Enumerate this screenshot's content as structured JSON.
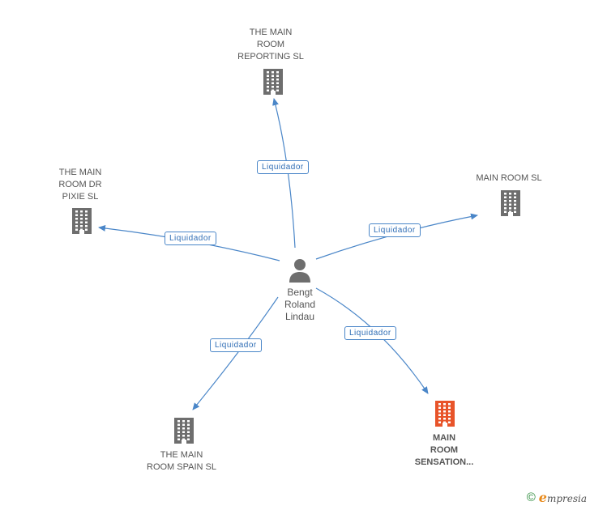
{
  "colors": {
    "edge": "#4a86c8",
    "building": "#6e6e6e",
    "building_highlight": "#e8542a",
    "person": "#6e6e6e"
  },
  "center": {
    "name_lines": [
      "Bengt",
      "Roland",
      "Lindau"
    ],
    "icon": "person-icon"
  },
  "nodes": [
    {
      "id": "reporting",
      "name_lines": [
        "THE MAIN",
        "ROOM",
        "REPORTING SL"
      ],
      "edge_label": "Liquidador",
      "icon": "building-icon",
      "highlight": false
    },
    {
      "id": "dr-pixie",
      "name_lines": [
        "THE MAIN",
        "ROOM DR",
        "PIXIE SL"
      ],
      "edge_label": "Liquidador",
      "icon": "building-icon",
      "highlight": false
    },
    {
      "id": "main-room",
      "name_lines": [
        "MAIN ROOM SL"
      ],
      "edge_label": "Liquidador",
      "icon": "building-icon",
      "highlight": false
    },
    {
      "id": "spain",
      "name_lines": [
        "THE MAIN",
        "ROOM SPAIN SL"
      ],
      "edge_label": "Liquidador",
      "icon": "building-icon",
      "highlight": false
    },
    {
      "id": "sensation",
      "name_lines": [
        "MAIN",
        "ROOM",
        "SENSATION..."
      ],
      "edge_label": "Liquidador",
      "icon": "building-icon",
      "highlight": true
    }
  ],
  "footer": {
    "copyright": "©",
    "brand_initial": "e",
    "brand_rest": "mpresia"
  }
}
